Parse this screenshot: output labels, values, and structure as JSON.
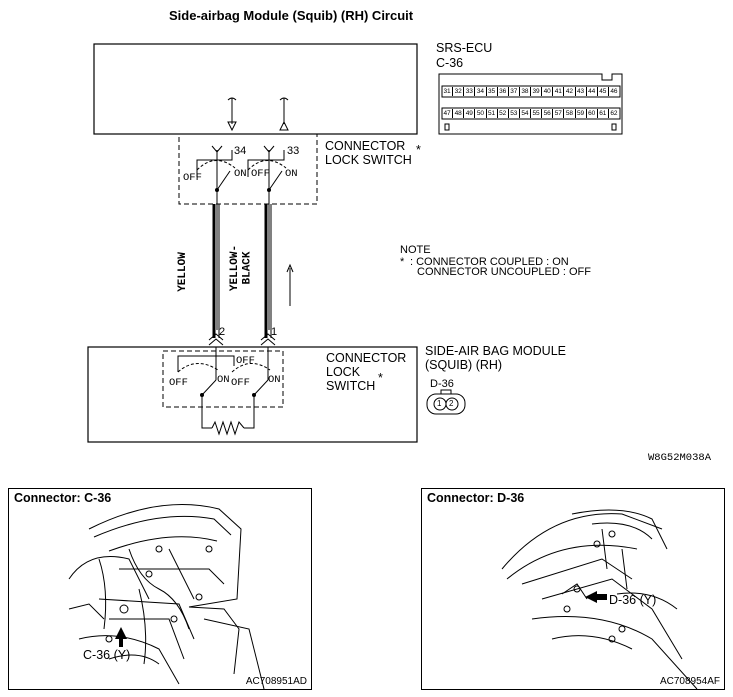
{
  "title": "Side-airbag Module (Squib) (RH) Circuit",
  "ecu": {
    "name": "SRS-ECU",
    "connector": "C-36",
    "row1_pins": [
      "31",
      "32",
      "33",
      "34",
      "35",
      "36",
      "37",
      "38",
      "39",
      "40",
      "41",
      "42",
      "43",
      "44",
      "45",
      "46"
    ],
    "row2_pins": [
      "47",
      "48",
      "49",
      "50",
      "51",
      "52",
      "53",
      "54",
      "55",
      "56",
      "57",
      "58",
      "59",
      "60",
      "61",
      "62"
    ]
  },
  "upper_switch": {
    "label": "CONNECTOR LOCK SWITCH",
    "star": "*",
    "pin_left": "34",
    "pin_right": "33",
    "off1": "OFF",
    "on1": "ON",
    "off2": "OFF",
    "on2": "ON"
  },
  "wires": {
    "left": "YELLOW",
    "right_line1": "YELLOW-",
    "right_line2": "BLACK"
  },
  "note": {
    "heading": "NOTE",
    "star": "*",
    "line1": ": CONNECTOR COUPLED : ON",
    "line2": "CONNECTOR UNCOUPLED : OFF"
  },
  "module": {
    "name_line1": "SIDE-AIR BAG MODULE",
    "name_line2": "(SQUIB) (RH)",
    "connector": "D-36",
    "pin1": "1",
    "pin2": "2",
    "switch_line1": "CONNECTOR",
    "switch_line2": "LOCK",
    "switch_line3": "SWITCH",
    "star": "*",
    "pin_left": "2",
    "pin_right": "1",
    "off1": "OFF",
    "on1": "ON",
    "off2": "OFF",
    "on2": "ON",
    "top_off": "OFF"
  },
  "diagram_code": "W8G52M038A",
  "panels": [
    {
      "title": "Connector: C-36",
      "callout": "C-36 (Y)",
      "code": "AC708951AD"
    },
    {
      "title": "Connector: D-36",
      "callout": "D-36 (Y)",
      "code": "AC708954AF"
    }
  ]
}
